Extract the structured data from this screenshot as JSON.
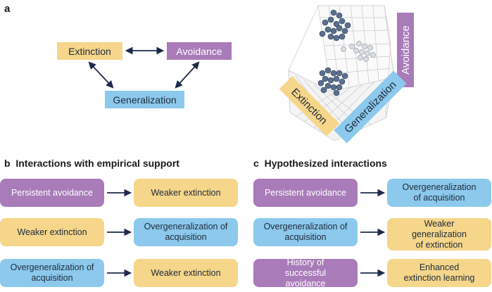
{
  "panel_a": {
    "letter": "a",
    "extinction": "Extinction",
    "avoidance": "Avoidance",
    "generalization": "Generalization"
  },
  "panel_b": {
    "letter": "b",
    "heading": "Interactions with empirical support",
    "rows": [
      {
        "from": "Persistent avoidance",
        "to": "Weaker extinction"
      },
      {
        "from": "Weaker extinction",
        "to": "Overgeneralization of acquisition"
      },
      {
        "from": "Overgeneralization of acquisition",
        "to": "Weaker extinction"
      }
    ]
  },
  "panel_c": {
    "letter": "c",
    "heading": "Hypothesized interactions",
    "rows": [
      {
        "from": "Persistent avoidance",
        "to": "Overgeneralization of acquisition"
      },
      {
        "from": "Overgeneralization of acquisition",
        "to": "Weaker generalization of extinction"
      },
      {
        "from": "History of successful avoidance",
        "to": "Enhanced extinction learning"
      }
    ]
  },
  "colors": {
    "purple": "#a97bb9",
    "yellow": "#f5d68a",
    "blue": "#8cc9ec",
    "arrow": "#1e2a4a"
  }
}
